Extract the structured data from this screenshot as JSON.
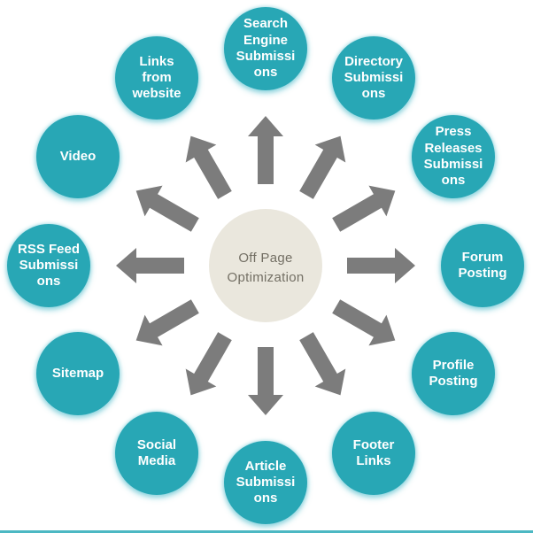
{
  "diagram": {
    "center_node": {
      "label": "Off Page\nOptimization"
    },
    "nodes": [
      {
        "id": "search-engine-submissions",
        "label": "Search\nEngine\nSubmissi\nons"
      },
      {
        "id": "directory-submissions",
        "label": "Directory\nSubmissi\nons"
      },
      {
        "id": "press-releases-submissions",
        "label": "Press\nReleases\nSubmissi\nons"
      },
      {
        "id": "forum-posting",
        "label": "Forum\nPosting"
      },
      {
        "id": "profile-posting",
        "label": "Profile\nPosting"
      },
      {
        "id": "footer-links",
        "label": "Footer\nLinks"
      },
      {
        "id": "article-submissions",
        "label": "Article\nSubmissi\nons"
      },
      {
        "id": "social-media",
        "label": "Social\nMedia"
      },
      {
        "id": "sitemap",
        "label": "Sitemap"
      },
      {
        "id": "rss-feed-submissions",
        "label": "RSS Feed\nSubmissi\nons"
      },
      {
        "id": "video",
        "label": "Video"
      },
      {
        "id": "links-from-website",
        "label": "Links\nfrom\nwebsite"
      }
    ],
    "colors": {
      "node_fill": "#28a7b5",
      "node_text": "#ffffff",
      "center_fill": "#eae7dd",
      "center_text": "#736f64",
      "arrow": "#7c7c7c",
      "bottom_edge_line": "#4cb8c3"
    }
  }
}
